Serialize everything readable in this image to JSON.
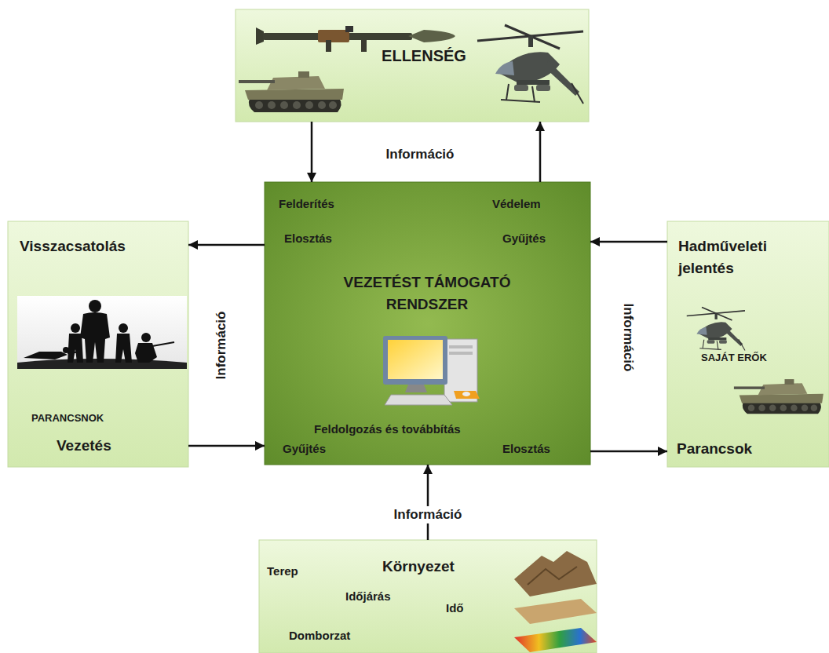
{
  "diagram": {
    "nodes": [
      {
        "text": [
          "ELLENSÉG"
        ]
      },
      {
        "text": [
          "Felderítés",
          "Védelem",
          "Elosztás",
          "Gyűjtés",
          "VEZETÉST TÁMOGATÓ RENDSZER",
          "Feldolgozás és továbbítás",
          "Gyűjtés",
          "Elosztás"
        ]
      },
      {
        "text": [
          "Visszacsatolás",
          "PARANCSNOK",
          "Vezetés"
        ]
      },
      {
        "text": [
          "Hadműveleti jelentés",
          "SAJÁT ERŐK",
          "Parancsok"
        ]
      },
      {
        "text": [
          "Terep",
          "Környezet",
          "Időjárás",
          "Idő",
          "Domborzat"
        ]
      }
    ],
    "edges": [
      {
        "from": 0,
        "to": 1,
        "arrow": "to"
      },
      {
        "from": 1,
        "to": 0,
        "arrow": "to"
      },
      {
        "from": 1,
        "to": 2,
        "arrow": "to"
      },
      {
        "from": 2,
        "to": 1,
        "arrow": "to"
      },
      {
        "from": 3,
        "to": 1,
        "arrow": "to"
      },
      {
        "from": 1,
        "to": 3,
        "arrow": "to"
      },
      {
        "from": 4,
        "to": 1,
        "label": "Információ",
        "arrow": "to"
      }
    ],
    "labels": [
      "Információ",
      "Információ",
      "Információ"
    ]
  }
}
